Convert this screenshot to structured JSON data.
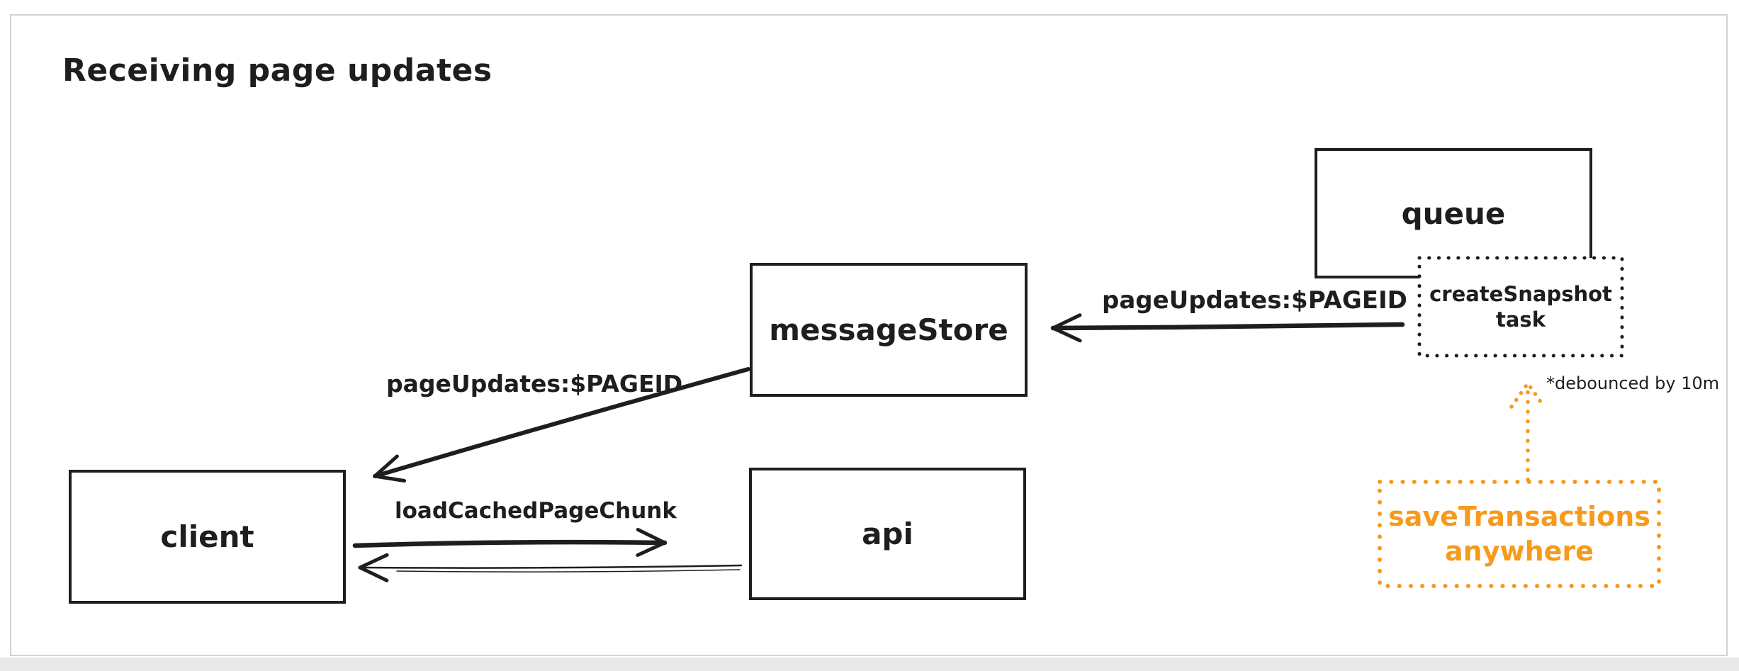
{
  "title": "Receiving page updates",
  "colors": {
    "ink": "#1e1e1e",
    "accent_orange": "#f79a1b",
    "frame_border": "#d2d2d2"
  },
  "nodes": {
    "queue": {
      "label": "queue"
    },
    "create_snapshot_task": {
      "line1": "createSnapshot",
      "line2": "task"
    },
    "message_store": {
      "label": "messageStore"
    },
    "client": {
      "label": "client"
    },
    "api": {
      "label": "api"
    },
    "save_transactions": {
      "line1": "saveTransactions",
      "line2": "anywhere"
    }
  },
  "edges": {
    "create_snapshot_to_message_store": {
      "label": "pageUpdates:$PAGEID"
    },
    "message_store_to_client": {
      "label": "pageUpdates:$PAGEID"
    },
    "client_to_api": {
      "label": "loadCachedPageChunk"
    },
    "api_to_client": {
      "label": ""
    },
    "save_transactions_to_create_snapshot": {
      "annotation": "*debounced by 10m"
    }
  }
}
